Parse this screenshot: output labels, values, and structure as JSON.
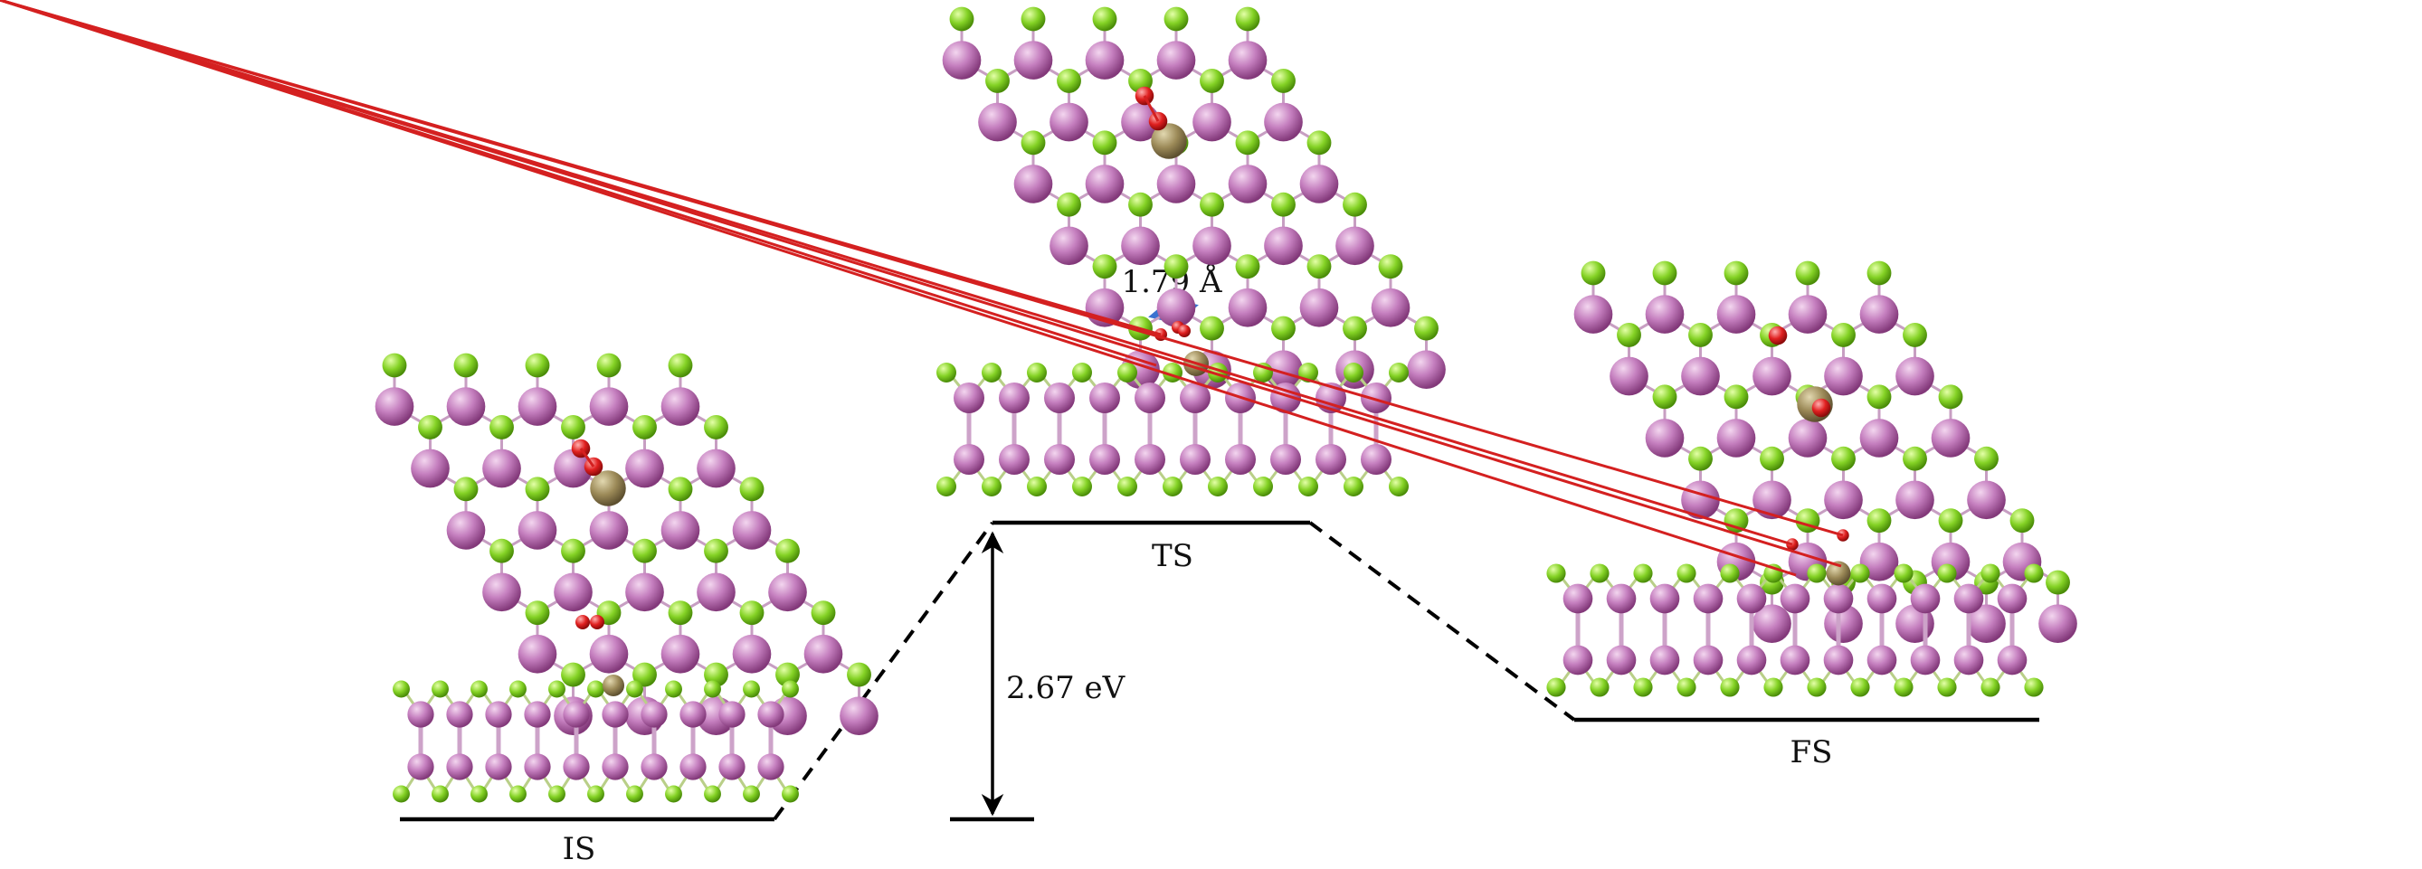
{
  "states": {
    "initial": {
      "label": "IS"
    },
    "transition": {
      "label": "TS"
    },
    "final": {
      "label": "FS"
    }
  },
  "energy_barrier": "2.67 eV",
  "distance": "1.79 Å",
  "colors": {
    "heavy_atom": "#c27cbc",
    "heavy_atom_dark": "#9a4d92",
    "light_atom": "#80d026",
    "light_atom_dark": "#55a010",
    "dopant_atom": "#998858",
    "oxygen_atom": "#d42020",
    "arrow_blue": "#3a72d0",
    "bond": "#c9a0c4"
  }
}
